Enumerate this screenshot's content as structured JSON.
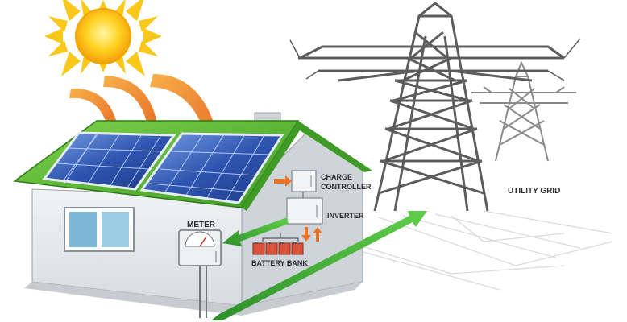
{
  "labels": {
    "charge_controller_line1": "CHARGE",
    "charge_controller_line2": "CONTROLLER",
    "inverter": "INVERTER",
    "meter": "METER",
    "battery_bank": "BATTERY BANK",
    "utility_grid": "UTILITY GRID"
  },
  "colors": {
    "sun": "#f7b500",
    "sun_rays": "#f9c81a",
    "sunlight_arrows": "#ef7a1a",
    "roof": "#5cb531",
    "solar_panel": "#2c4fa8",
    "house_wall": "#e6e9ec",
    "flow_arrows_green": "#3aa935",
    "flow_arrows_orange": "#e8742a",
    "tower": "#6e6e6e"
  },
  "icons": [
    "sun-icon",
    "sunlight-arrow-icon",
    "solar-panel-icon",
    "transmission-tower-icon",
    "meter-icon",
    "battery-icon"
  ]
}
